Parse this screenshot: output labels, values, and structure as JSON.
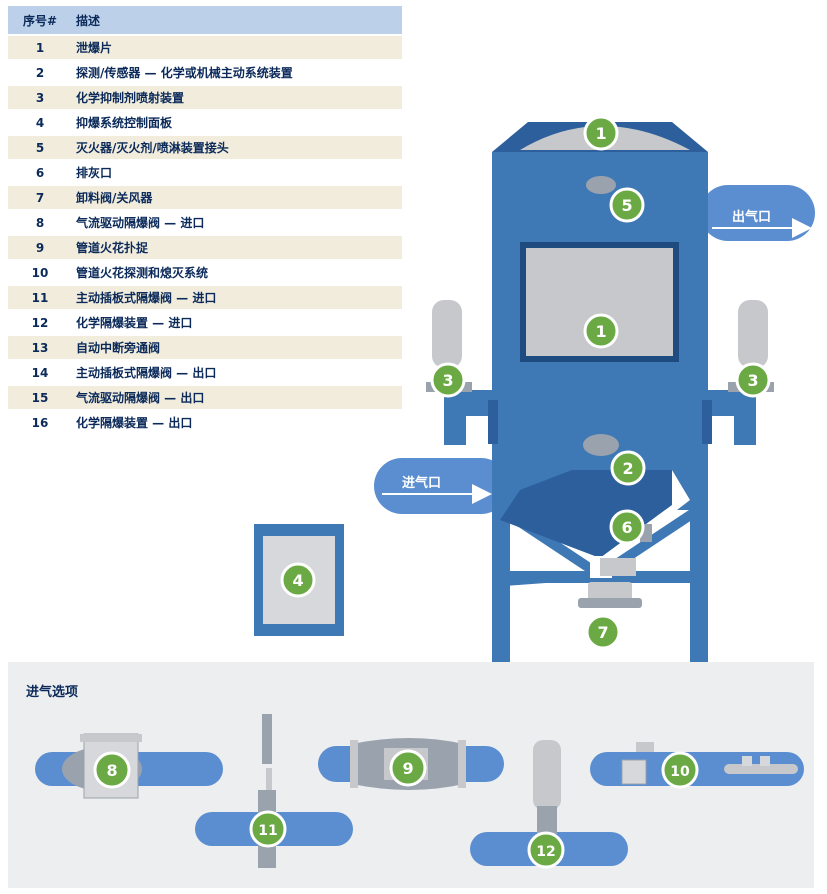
{
  "legend": {
    "header_num": "序号#",
    "header_desc": "描述",
    "rows": [
      {
        "num": "1",
        "desc": "泄爆片"
      },
      {
        "num": "2",
        "desc": "探测/传感器 — 化学或机械主动系统装置"
      },
      {
        "num": "3",
        "desc": "化学抑制剂喷射装置"
      },
      {
        "num": "4",
        "desc": "抑爆系统控制面板"
      },
      {
        "num": "5",
        "desc": "灭火器/灭火剂/喷淋装置接头"
      },
      {
        "num": "6",
        "desc": "排灰口"
      },
      {
        "num": "7",
        "desc": "卸料阀/关风器"
      },
      {
        "num": "8",
        "desc": "气流驱动隔爆阀 — 进口"
      },
      {
        "num": "9",
        "desc": "管道火花扑捉"
      },
      {
        "num": "10",
        "desc": "管道火花探测和熄灭系统"
      },
      {
        "num": "11",
        "desc": "主动插板式隔爆阀 — 进口"
      },
      {
        "num": "12",
        "desc": "化学隔爆装置 — 进口"
      },
      {
        "num": "13",
        "desc": "自动中断旁通阀"
      },
      {
        "num": "14",
        "desc": "主动插板式隔爆阀 — 出口"
      },
      {
        "num": "15",
        "desc": "气流驱动隔爆阀 — 出口"
      },
      {
        "num": "16",
        "desc": "化学隔爆装置 — 出口"
      }
    ]
  },
  "diagram": {
    "outlet_label": "出气口",
    "inlet_label": "进气口",
    "options_title": "进气选项",
    "badges": {
      "top_vent": "1",
      "front_vent": "1",
      "detector": "2",
      "suppressor_left": "3",
      "suppressor_right": "3",
      "control_panel": "4",
      "extinguisher_port": "5",
      "dust_outlet": "6",
      "rotary_valve": "7",
      "opt_flow_valve": "8",
      "opt_spark_trap": "9",
      "opt_spark_detect": "10",
      "opt_slide_gate": "11",
      "opt_chem_isolation": "12"
    }
  },
  "colors": {
    "body_blue": "#3e78b5",
    "dark_blue": "#2c5f9b",
    "pipe_blue": "#5b8ed0",
    "badge_green": "#6aa943",
    "panel_gray": "#c6c8cb",
    "table_header": "#bcd0ea",
    "options_bg": "#eceef0"
  }
}
